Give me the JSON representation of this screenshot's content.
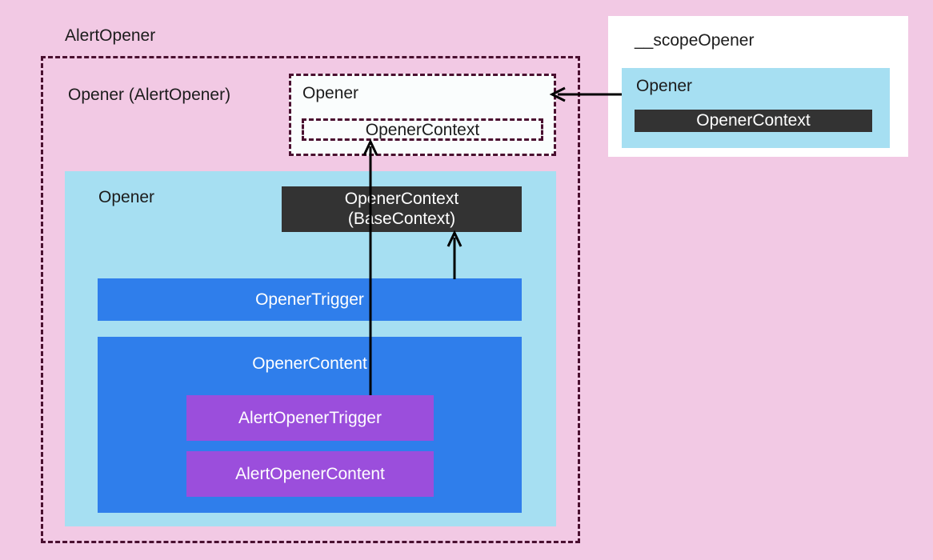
{
  "diagram": {
    "title": "AlertOpener",
    "background_color": "#f2c9e4",
    "outer_scope": {
      "label": "Opener (AlertOpener)",
      "border_style": "dashed",
      "border_color": "#4a1030"
    },
    "opener_card": {
      "label": "Opener",
      "context_label": "OpenerContext",
      "border_style": "dashed",
      "border_color": "#4a1030",
      "background_color": "#fafdfd"
    },
    "opener_panel": {
      "label": "Opener",
      "background_color": "#a6dff2",
      "context_box": {
        "line1": "OpenerContext",
        "line2": "(BaseContext)",
        "background_color": "#333333",
        "text_color": "#ffffff"
      },
      "trigger_box": {
        "label": "OpenerTrigger",
        "background_color": "#2f7eeb",
        "text_color": "#ffffff"
      },
      "content_box": {
        "label": "OpenerContent",
        "background_color": "#2f7eeb",
        "text_color": "#ffffff",
        "children": [
          {
            "label": "AlertOpenerTrigger",
            "background_color": "#9b4edc",
            "text_color": "#ffffff"
          },
          {
            "label": "AlertOpenerContent",
            "background_color": "#9b4edc",
            "text_color": "#ffffff"
          }
        ]
      }
    },
    "scope_panel": {
      "label": "__scopeOpener",
      "background_color": "#ffffff",
      "inner": {
        "label": "Opener",
        "background_color": "#a6dff2",
        "context_label": "OpenerContext",
        "context_background_color": "#333333",
        "context_text_color": "#ffffff"
      }
    },
    "arrows": [
      {
        "name": "scope-to-opener-card",
        "direction": "left",
        "from": "__scopeOpener Opener box",
        "to": "Opener (dashed card)"
      },
      {
        "name": "opener-trigger-to-base-context",
        "direction": "up",
        "from": "OpenerTrigger",
        "to": "OpenerContext (BaseContext)"
      },
      {
        "name": "alert-opener-trigger-to-opener-context",
        "direction": "up",
        "from": "AlertOpenerTrigger",
        "to": "OpenerContext (dashed)"
      }
    ]
  }
}
